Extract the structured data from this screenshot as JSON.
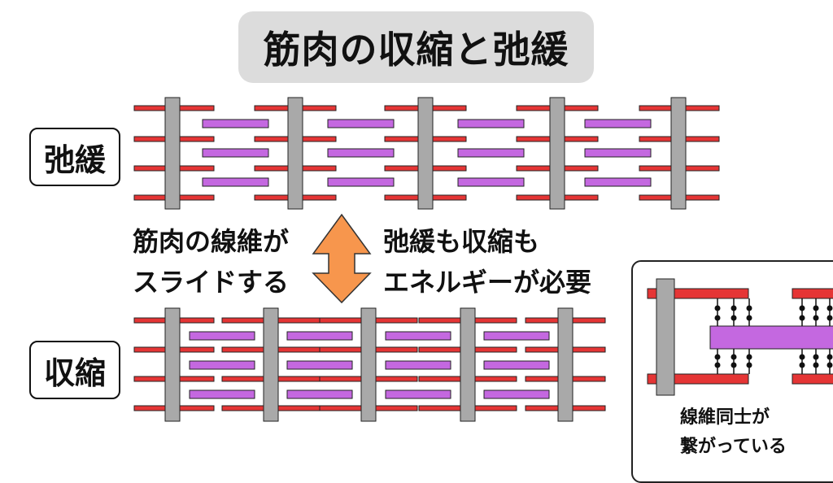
{
  "title": "筋肉の収縮と弛緩",
  "states": {
    "relaxed": "弛緩",
    "contracted": "収縮"
  },
  "captions": {
    "left_line1": "筋肉の線維が",
    "left_line2": "スライドする",
    "right_line1": "弛緩も収縮も",
    "right_line2": "エネルギーが必要"
  },
  "inset": {
    "caption_line1": "線維同士が",
    "caption_line2": "繋がっている"
  },
  "colors": {
    "actin": "#e53535",
    "myosin": "#c468e0",
    "z_disc": "#a9a9a9",
    "arrow": "#f7964d",
    "outline": "#222222"
  },
  "icons": {
    "arrow": "double-arrow-vertical-icon"
  }
}
